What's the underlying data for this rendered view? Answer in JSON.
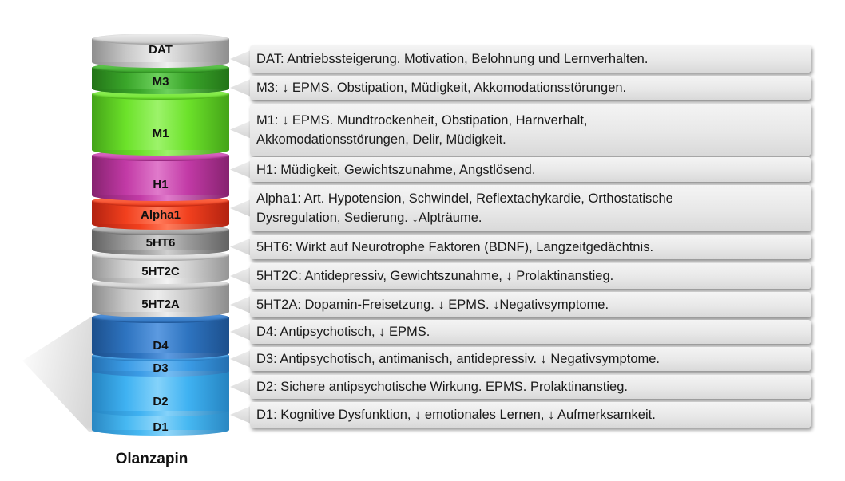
{
  "drug_name": "Olanzapin",
  "receptors": [
    {
      "id": "DAT",
      "label": "DAT",
      "color": "#c8c8c8",
      "dark": "#8e8e8e",
      "light": "#efefef"
    },
    {
      "id": "M3",
      "label": "M3",
      "color": "#3aa62a",
      "dark": "#237418",
      "light": "#6cd05c"
    },
    {
      "id": "M1",
      "label": "M1",
      "color": "#6ce22a",
      "dark": "#44a318",
      "light": "#9cf36a"
    },
    {
      "id": "H1",
      "label": "H1",
      "color": "#c23aa6",
      "dark": "#86226f",
      "light": "#e07acb"
    },
    {
      "id": "Alpha1",
      "label": "Alpha1",
      "color": "#f2401e",
      "dark": "#b22210",
      "light": "#ff7a5a"
    },
    {
      "id": "5HT6",
      "label": "5HT6",
      "color": "#9a9a9a",
      "dark": "#626262",
      "light": "#cfcfcf"
    },
    {
      "id": "5HT2C",
      "label": "5HT2C",
      "color": "#d2d2d2",
      "dark": "#959595",
      "light": "#f3f3f3"
    },
    {
      "id": "5HT2A",
      "label": "5HT2A",
      "color": "#c9c9c9",
      "dark": "#8c8c8c",
      "light": "#ececec"
    },
    {
      "id": "D4",
      "label": "D4",
      "color": "#2e74c0",
      "dark": "#1c4f8c",
      "light": "#5c9ae0"
    },
    {
      "id": "D3",
      "label": "D3",
      "color": "#3b9ce6",
      "dark": "#246fb0",
      "light": "#74bdf4"
    },
    {
      "id": "D2",
      "label": "D2",
      "color": "#3fb2f2",
      "dark": "#2583c0",
      "light": "#84d2fa"
    },
    {
      "id": "D1",
      "label": "D1",
      "color": "#46b8f2",
      "dark": "#2a87c2",
      "light": "#8ed6fa"
    }
  ],
  "callouts": [
    {
      "id": "DAT",
      "lines": [
        "DAT: Antriebssteigerung. Motivation, Belohnung und Lernverhalten."
      ]
    },
    {
      "id": "M3",
      "lines": [
        "M3: ↓ EPMS. Obstipation, Müdigkeit, Akkomodationsstörungen."
      ]
    },
    {
      "id": "M1",
      "lines": [
        "M1: ↓ EPMS. Mundtrockenheit, Obstipation, Harnverhalt,",
        "Akkomodationsstörungen, Delir, Müdigkeit."
      ]
    },
    {
      "id": "H1",
      "lines": [
        "H1: Müdigkeit, Gewichtszunahme, Angstlösend."
      ]
    },
    {
      "id": "Alpha1",
      "lines": [
        "Alpha1: Art. Hypotension, Schwindel, Reflextachykardie, Orthostatische",
        "Dysregulation, Sedierung. ↓Alpträume."
      ]
    },
    {
      "id": "5HT6",
      "lines": [
        "5HT6: Wirkt auf Neurotrophe Faktoren (BDNF), Langzeitgedächtnis."
      ]
    },
    {
      "id": "5HT2C",
      "lines": [
        "5HT2C: Antidepressiv, Gewichtszunahme, ↓  Prolaktinanstieg."
      ]
    },
    {
      "id": "5HT2A",
      "lines": [
        "5HT2A: Dopamin-Freisetzung. ↓ EPMS. ↓Negativsymptome."
      ]
    },
    {
      "id": "D4",
      "lines": [
        "D4: Antipsychotisch, ↓ EPMS."
      ]
    },
    {
      "id": "D3",
      "lines": [
        "D3: Antipsychotisch, antimanisch, antidepressiv. ↓  Negativsymptome."
      ]
    },
    {
      "id": "D2",
      "lines": [
        "D2: Sichere antipsychotische Wirkung. EPMS. Prolaktinanstieg."
      ]
    },
    {
      "id": "D1",
      "lines": [
        "D1: Kognitive Dysfunktion, ↓ emotionales Lernen, ↓ Aufmerksamkeit."
      ]
    }
  ]
}
